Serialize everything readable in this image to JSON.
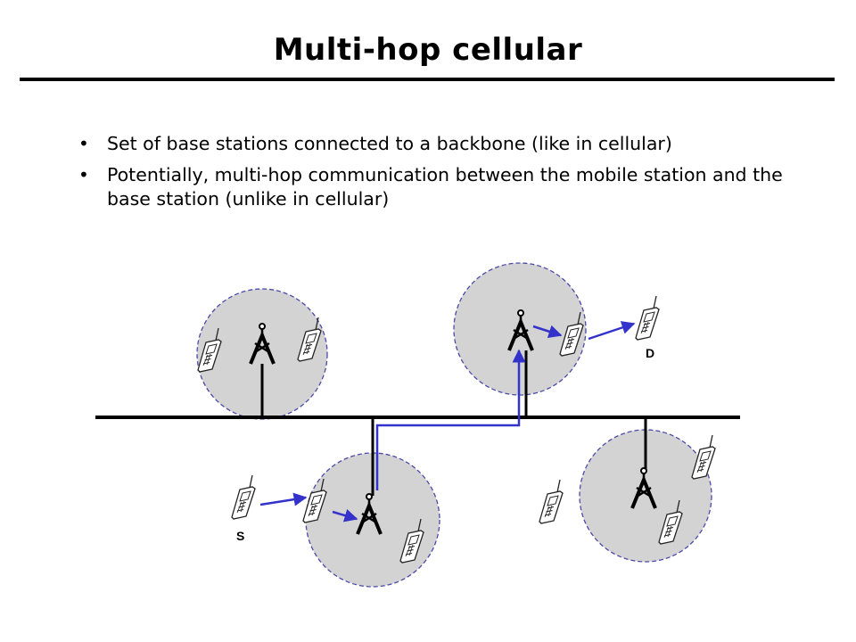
{
  "slide": {
    "title": "Multi-hop cellular",
    "bullets": [
      "Set of base stations connected to a backbone (like in cellular)",
      "Potentially, multi-hop communication between the mobile station and the base station (unlike in cellular)"
    ]
  },
  "diagram": {
    "source_label": "S",
    "destination_label": "D",
    "colors": {
      "cell_fill": "#d3d3d3",
      "cell_border": "#4a4aa8",
      "path": "#3333cc",
      "backbone": "#000000"
    }
  }
}
